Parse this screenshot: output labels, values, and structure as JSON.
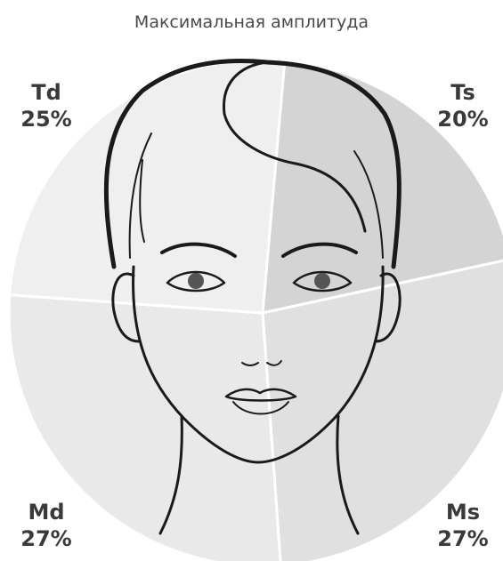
{
  "chart_data": {
    "type": "pie",
    "title": "Максимальная амплитуда",
    "slices": [
      {
        "label": "Ts",
        "value": 20,
        "display": "20%",
        "color": "#d4d4d4"
      },
      {
        "label": "Ms",
        "value": 27,
        "display": "27%",
        "color": "#e0e0e0"
      },
      {
        "label": "Md",
        "value": 27,
        "display": "27%",
        "color": "#e9e9e9"
      },
      {
        "label": "Td",
        "value": 25,
        "display": "25%",
        "color": "#efefef"
      }
    ]
  }
}
